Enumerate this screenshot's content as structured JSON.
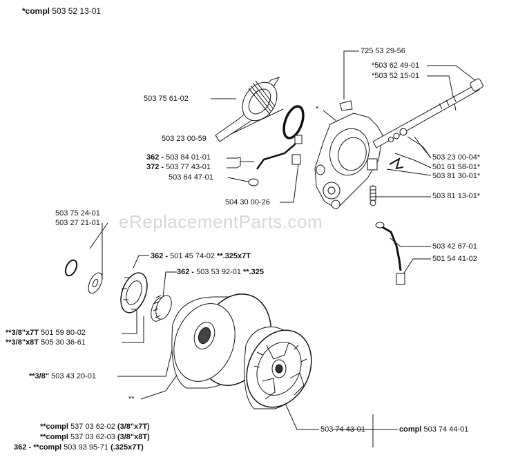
{
  "header": {
    "prefix": "*compl",
    "number": "503 52 13-01"
  },
  "watermark": "eReplacementParts.com",
  "labels": {
    "l_725": "725 53 29-56",
    "l_50362": "*503 62 49-01",
    "l_50352": "*503 52 15-01",
    "l_star": "*",
    "l_50375_61": "503 75 61-02",
    "l_50323_59": "503 23 00-59",
    "l_362a_pre": "362 -",
    "l_362a_num": "503 84 01-01",
    "l_372_pre": "372 -",
    "l_372_num": "503 77 43-01",
    "l_50364": "503 64 47-01",
    "l_50323_04": "503 23 00-04*",
    "l_50161": "501 61 58-01*",
    "l_50381_30": "503 81 30-01*",
    "l_50430": "504 30 00-26",
    "l_50381_13": "503 81 13-01*",
    "l_50375_24": "503 75 24-01",
    "l_50327": "503 27 21-01",
    "l_50342": "503 42 67-01",
    "l_50154": "501 54 41-02",
    "l_362b_pre": "362 -",
    "l_362b_num": "501 45 74-02",
    "l_362b_suf": "**.325x7T",
    "l_362c_pre": "362 -",
    "l_362c_num": "503 53 92-01",
    "l_362c_suf": "**.325",
    "l_38x7_pre": "**3/8\"x7T",
    "l_38x7_num": "501 59 80-02",
    "l_38x8_pre": "**3/8\"x8T",
    "l_38x8_num": "505 30 36-61",
    "l_38_pre": "**3/8\"",
    "l_38_num": "503 43 20-01",
    "l_dstar": "**",
    "l_50374_43": "503 74 43-01",
    "l_compl_pre": "compl",
    "l_compl_num": "503 74 44-01"
  },
  "footer": [
    {
      "pre": "**compl",
      "num": "537 03 62-02",
      "suf": "(3/8\"x7T)"
    },
    {
      "pre": "**compl",
      "num": "537 03 62-03",
      "suf": "(3/8\"x8T)"
    },
    {
      "pre": "362 - **compl",
      "num": "503 93 95-71",
      "suf": "(.325x7T)"
    }
  ]
}
